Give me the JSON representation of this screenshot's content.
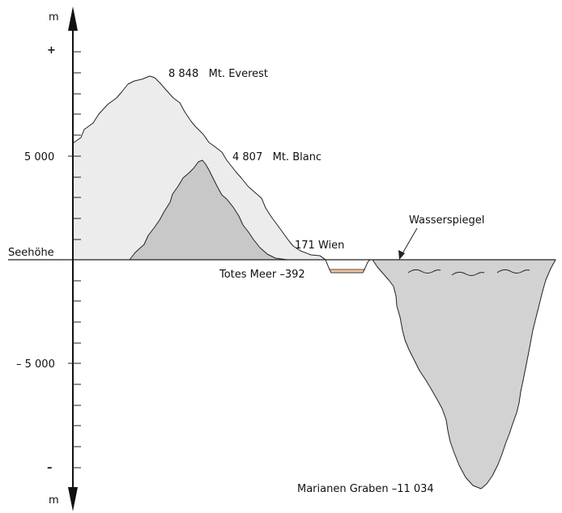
{
  "axis": {
    "top_unit": "m",
    "bottom_unit": "m",
    "plus_sign": "+",
    "minus_sign": "–",
    "tick_5000": "5 000",
    "tick_minus_5000": "– 5 000",
    "sea_level_label": "Seehöhe"
  },
  "labels": {
    "everest": "8 848   Mt. Everest",
    "mont_blanc": "4 807   Mt. Blanc",
    "wien": "171 Wien",
    "dead_sea": "Totes Meer –392",
    "water_surface": "Wasserspiegel",
    "mariana": "Marianen Graben –11 034"
  },
  "colors": {
    "everest_fill": "#ececec",
    "mont_blanc_fill": "#c8c8c8",
    "ocean_fill": "#d2d2d2",
    "dead_sea_fill": "#f2c49b",
    "line": "#222222"
  }
}
